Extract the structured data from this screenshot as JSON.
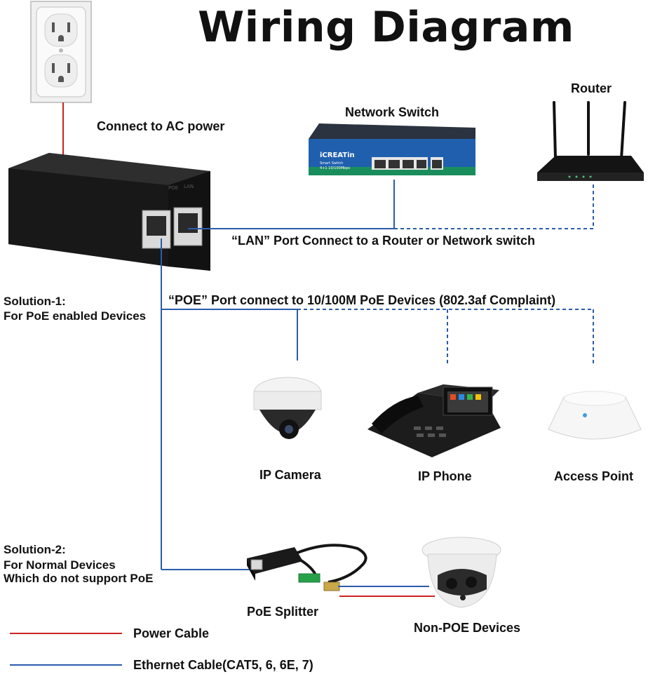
{
  "title": "Wiring Diagram",
  "labels": {
    "ac_power": "Connect to AC power",
    "network_switch": "Network Switch",
    "router": "Router",
    "lan_port": "“LAN” Port Connect to a Router or Network switch",
    "poe_port": "“POE” Port connect to 10/100M PoE Devices (802.3af Complaint)",
    "solution1_line1": "Solution-1:",
    "solution1_line2": "For PoE enabled Devices",
    "solution2_line1": "Solution-2:",
    "solution2_line2": "For Normal Devices",
    "solution2_line3": "Which do not support PoE",
    "ip_camera": "IP Camera",
    "ip_phone": "IP Phone",
    "access_point": "Access Point",
    "poe_splitter": "PoE Splitter",
    "non_poe_devices": "Non-POE Devices"
  },
  "switch_brand": "iCREATin",
  "switch_sub1": "Smart Switch",
  "switch_sub2": "4+1 10/100Mbps",
  "legend": [
    {
      "label": "Power Cable",
      "color": "#cc2222"
    },
    {
      "label": "Ethernet Cable(CAT5, 6, 6E, 7)",
      "color": "#2a5caa"
    }
  ],
  "colors": {
    "power": "#cc2222",
    "ethernet": "#2a5caa"
  }
}
